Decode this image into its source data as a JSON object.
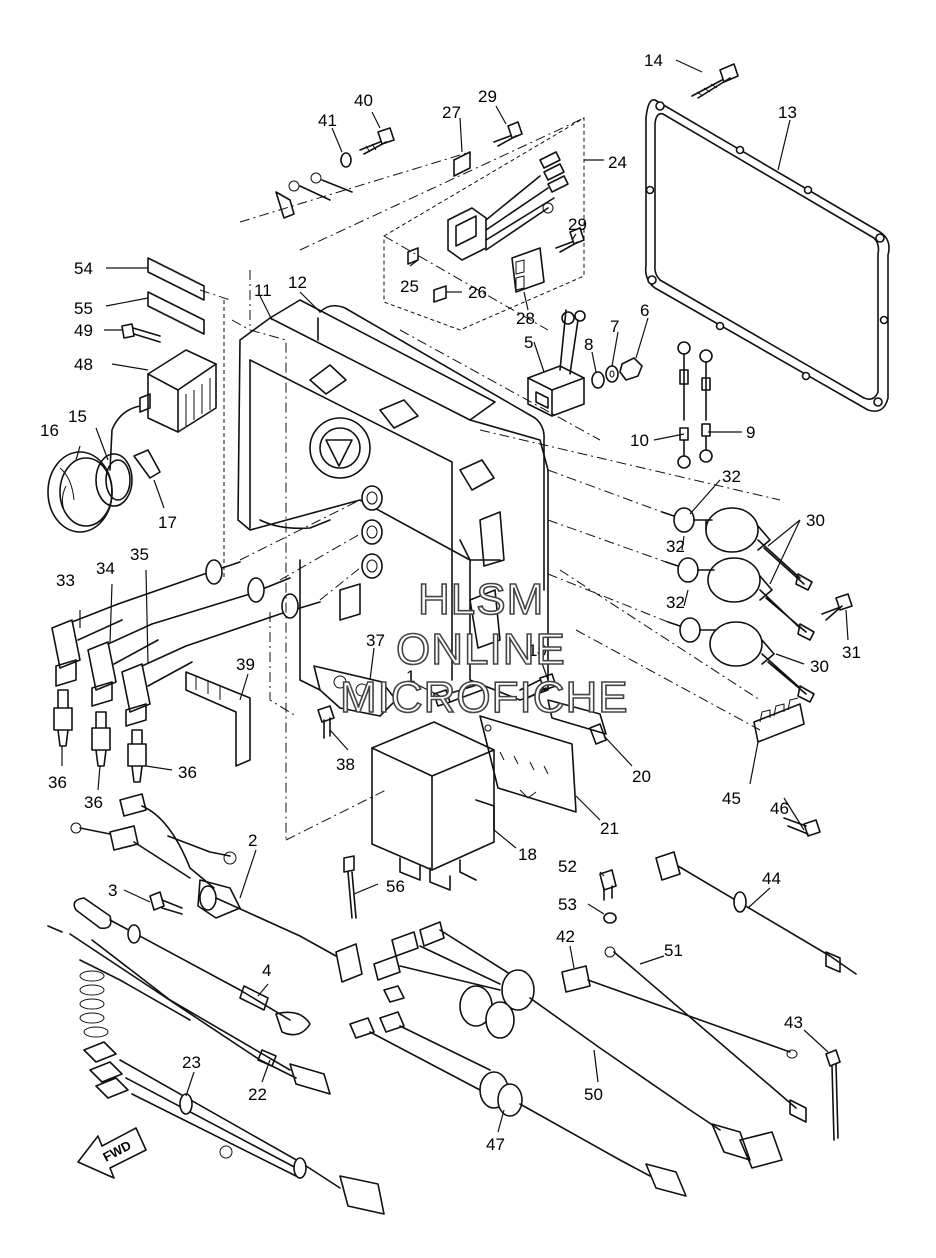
{
  "callouts": {
    "c1": "1",
    "c2": "2",
    "c3": "3",
    "c4": "4",
    "c5": "5",
    "c6": "6",
    "c7": "7",
    "c8": "8",
    "c9": "9",
    "c10": "10",
    "c11": "11",
    "c12": "12",
    "c13": "13",
    "c14": "14",
    "c15": "15",
    "c16": "16",
    "c17": "17",
    "c18": "18",
    "c19": "19",
    "c20": "20",
    "c21": "21",
    "c22": "22",
    "c23": "23",
    "c24": "24",
    "c25": "25",
    "c26": "26",
    "c27": "27",
    "c28": "28",
    "c29": "29",
    "c30": "30",
    "c31": "31",
    "c32": "32",
    "c33": "33",
    "c34": "34",
    "c35": "35",
    "c36": "36",
    "c37": "37",
    "c38": "38",
    "c39": "39",
    "c40": "40",
    "c41": "41",
    "c42": "42",
    "c43": "43",
    "c44": "44",
    "c45": "45",
    "c46": "46",
    "c47": "47",
    "c48": "48",
    "c49": "49",
    "c50": "50",
    "c51": "51",
    "c52": "52",
    "c53": "53",
    "c54": "54",
    "c55": "55",
    "c56": "56"
  },
  "watermark": {
    "line1": "HLSM",
    "line2": "ONLINE",
    "line3": "MICROFICHE"
  },
  "fwd_label": "FWD"
}
